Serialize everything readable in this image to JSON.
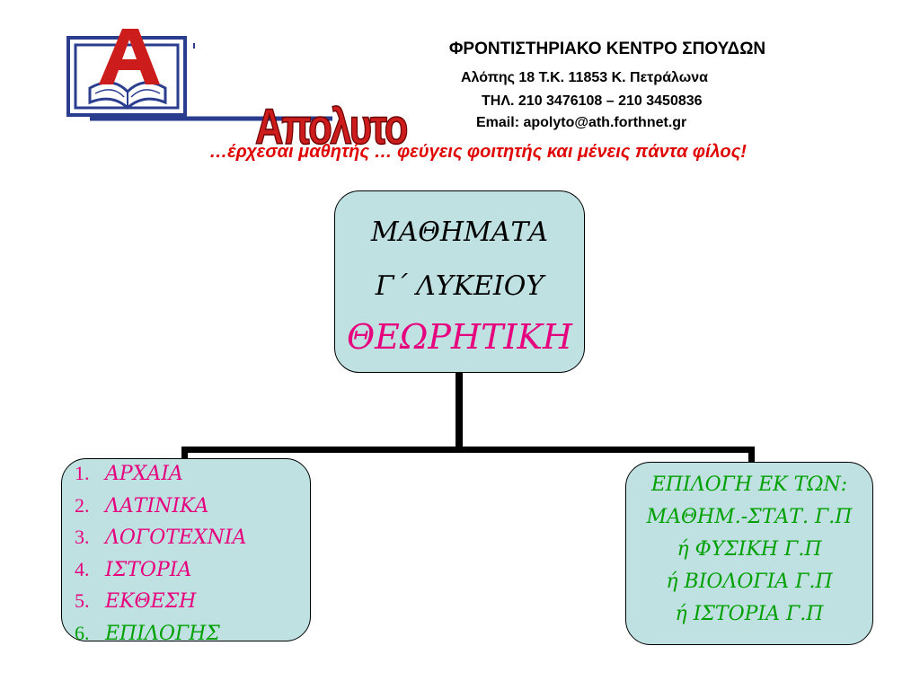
{
  "header": {
    "org_name": "ΦΡΟΝΤΙΣΤΗΡΙΑΚΟ ΚΕΝΤΡΟ ΣΠΟΥΔΩΝ",
    "address": "Αλόπης 18   Τ.Κ. 11853  Κ. Πετράλωνα",
    "phone": "ΤΗΛ. 210 3476108 – 210 3450836",
    "email": "Email: apolyto@ath.forthnet.gr",
    "slogan": "…έρχεσαι μαθητής … φεύγεις φοιτητής και μένεις πάντα φίλος!"
  },
  "logo": {
    "letter": "A",
    "text": "Απολυτο",
    "colors": {
      "red": "#cc1c1c",
      "blue": "#2a3d8f"
    }
  },
  "diagram": {
    "top": {
      "line1": "ΜΑΘΗΜΑΤΑ",
      "line2": "Γ΄ ΛΥΚΕΙΟΥ",
      "line3": "ΘΕΩΡΗΤΙΚΗ"
    },
    "left": {
      "items": [
        {
          "num": "1.",
          "text": "ΑΡΧΑΙΑ",
          "color": "#e6007e"
        },
        {
          "num": "2.",
          "text": "ΛΑΤΙΝΙΚΑ",
          "color": "#e6007e"
        },
        {
          "num": "3.",
          "text": "ΛΟΓΟΤΕΧΝΙΑ",
          "color": "#e6007e"
        },
        {
          "num": "4.",
          "text": "ΙΣΤΟΡΙΑ",
          "color": "#e6007e"
        },
        {
          "num": "5.",
          "text": "ΕΚΘΕΣΗ",
          "color": "#e6007e"
        },
        {
          "num": "6.",
          "text": "ΕΠΙΛΟΓΗΣ",
          "color": "#00a000"
        }
      ]
    },
    "right": {
      "lines": [
        "ΕΠΙΛΟΓΗ ΕΚ ΤΩΝ:",
        "ΜΑΘΗΜ.-ΣΤΑΤ. Γ.Π",
        "ή  ΦΥΣΙΚΗ Γ.Π",
        "ή  ΒΙΟΛΟΓΙΑ Γ.Π",
        "ή  ΙΣΤΟΡΙΑ Γ.Π"
      ]
    },
    "colors": {
      "box_fill": "#bfe1e2",
      "magenta": "#e6007e",
      "green": "#00a000"
    }
  }
}
